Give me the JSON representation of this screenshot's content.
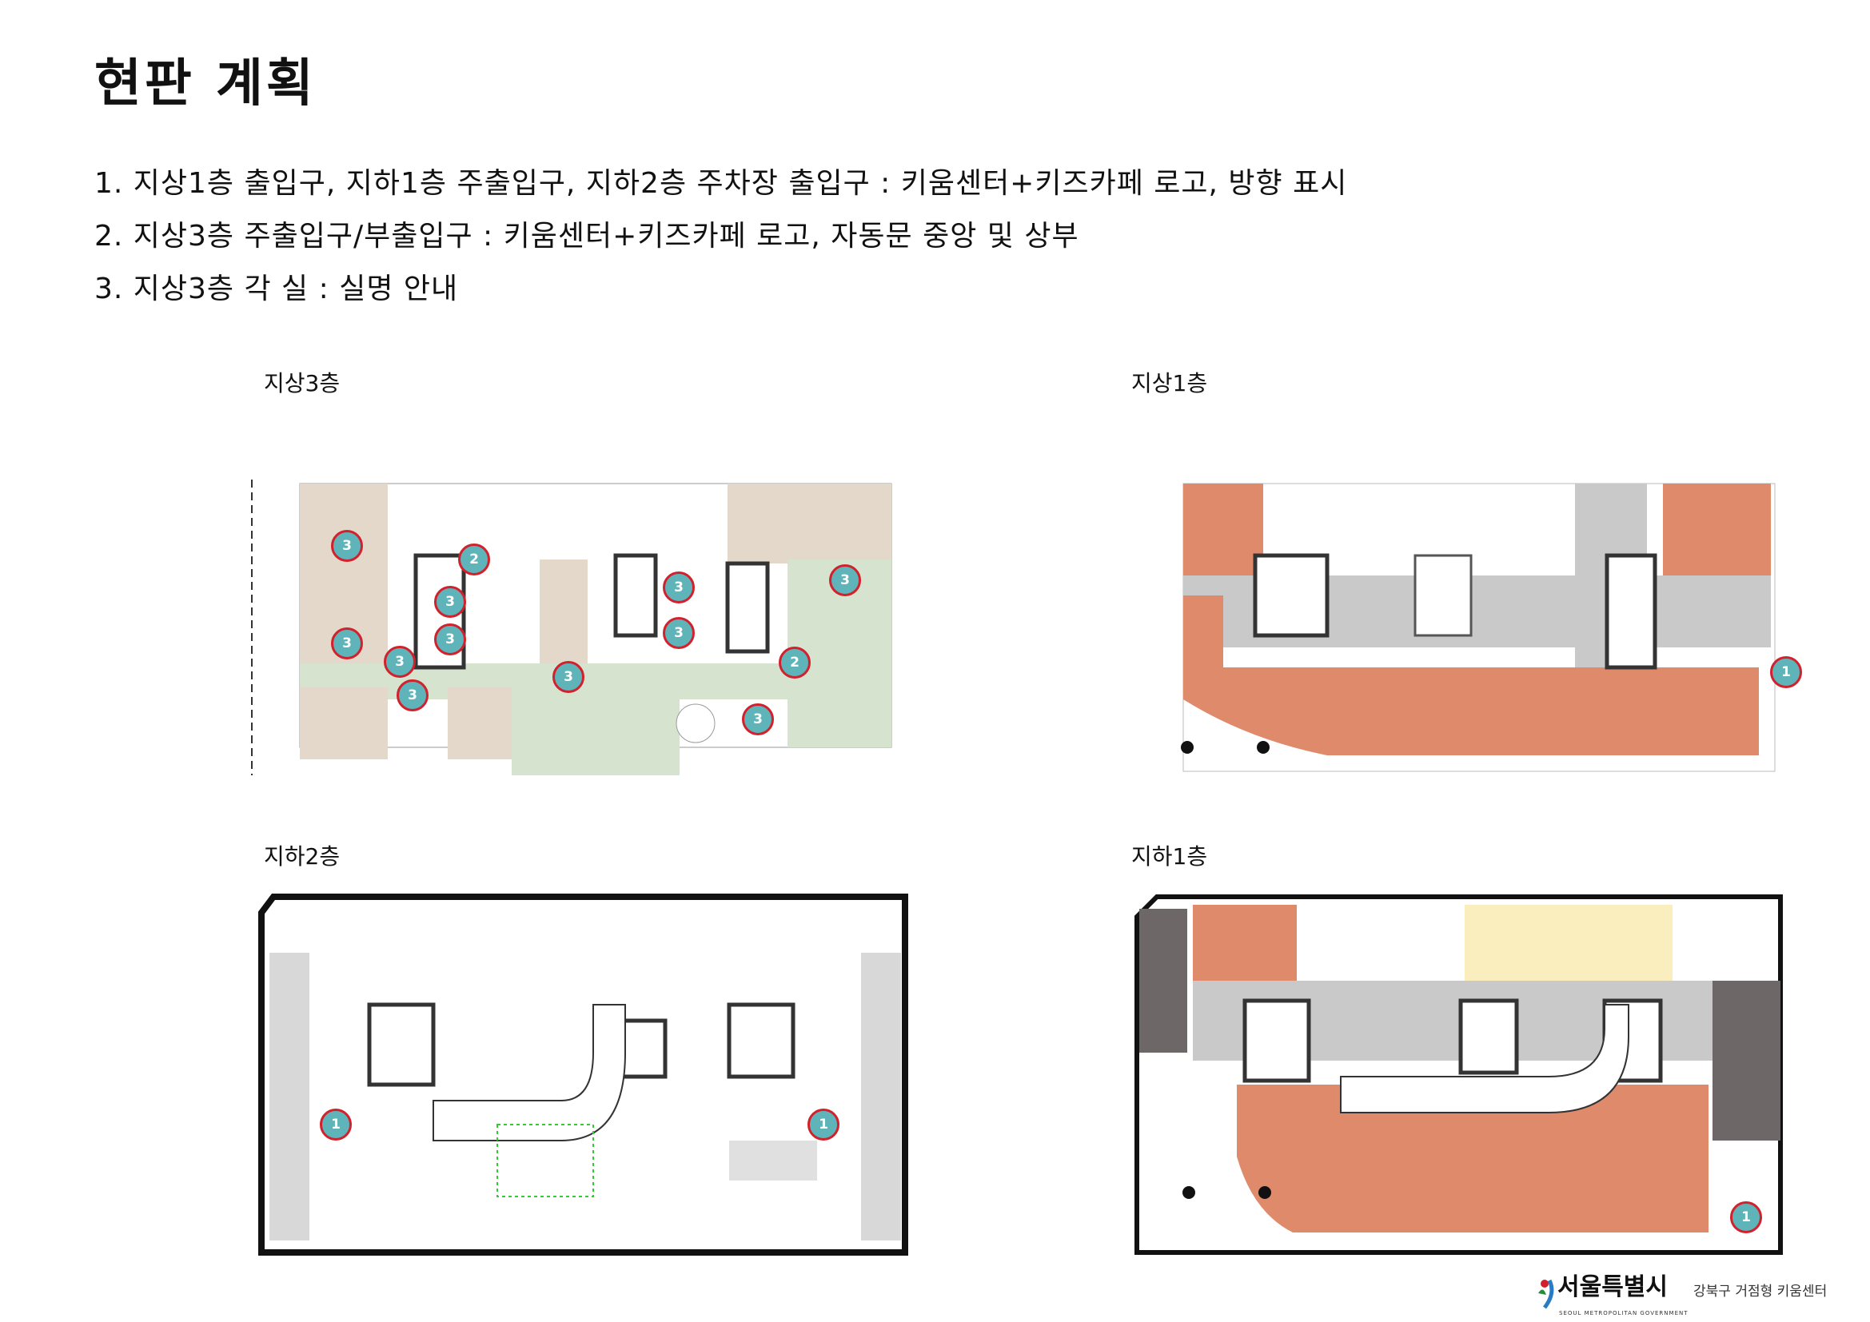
{
  "title": "현판 계획",
  "items": [
    "1. 지상1층 출입구, 지하1층 주출입구, 지하2층 주차장 출입구 : 키움센터+키즈카페 로고, 방향 표시",
    "2. 지상3층 주출입구/부출입구 : 키움센터+키즈카페 로고, 자동문 중앙 및 상부",
    "3. 지상3층 각 실 : 실명 안내"
  ],
  "plans": {
    "f3": {
      "label": "지상3층",
      "markers": [
        "3",
        "2",
        "3",
        "3",
        "3",
        "3",
        "3",
        "3",
        "3",
        "3",
        "2",
        "3",
        "3"
      ]
    },
    "f1": {
      "label": "지상1층",
      "markers": [
        "1"
      ]
    },
    "b2": {
      "label": "지하2층",
      "markers": [
        "1",
        "1"
      ]
    },
    "b1": {
      "label": "지하1층",
      "markers": [
        "1"
      ]
    }
  },
  "footer": {
    "brand": "서울특별시",
    "brand_sub": "SEOUL METROPOLITAN GOVERNMENT",
    "org": "강북구 거점형 키움센터"
  },
  "colors": {
    "marker_fill": "#5fb4b9",
    "marker_border": "#d2202c",
    "retail": "#e08a6c",
    "corridor": "#c9c9c9",
    "green": "#d6e4cf",
    "wood": "#e3d8c9"
  }
}
